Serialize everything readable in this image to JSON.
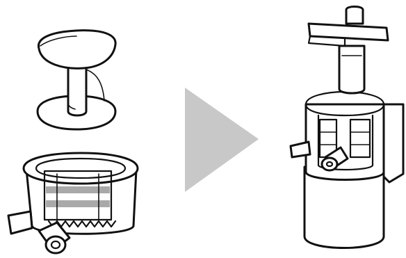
{
  "diagram": {
    "kind": "assembly-steps",
    "steps": [
      {
        "id": "parts",
        "items": [
          "juicing-screw-icon",
          "juicing-drum-icon"
        ]
      },
      {
        "id": "arrow",
        "icon": "play-arrow-icon",
        "color": "#c8c8c8"
      },
      {
        "id": "result",
        "items": [
          "assembled-juicer-icon"
        ]
      }
    ]
  },
  "colors": {
    "stroke": "#111111",
    "fill": "#ffffff",
    "arrow": "#c8c8c8",
    "strainer_band": "#a9a9a9"
  }
}
